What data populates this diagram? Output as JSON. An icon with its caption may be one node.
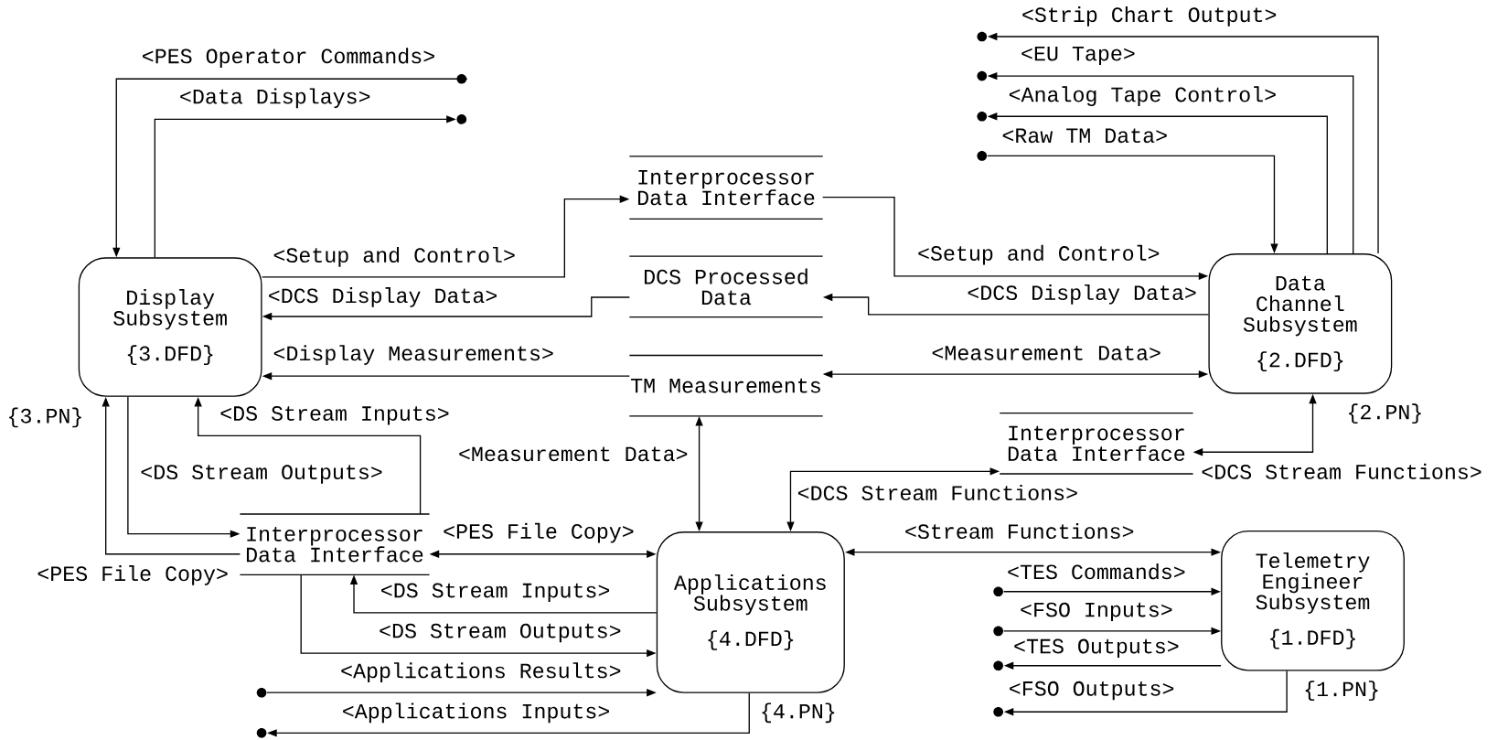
{
  "diagram": {
    "nodes": [
      {
        "text": [
          "Display Subsystem",
          "{3.DFD}"
        ],
        "beside": [
          "{3.PN}"
        ]
      },
      {
        "text": [
          "Interprocessor Data Interface"
        ]
      },
      {
        "text": [
          "DCS Processed Data"
        ]
      },
      {
        "text": [
          "TM Measurements"
        ]
      },
      {
        "text": [
          "Data Channel Subsystem",
          "{2.DFD}"
        ],
        "beside": [
          "{2.PN}"
        ]
      },
      {
        "text": [
          "Interprocessor Data Interface"
        ]
      },
      {
        "text": [
          "Interprocessor Data Interface"
        ]
      },
      {
        "text": [
          "Applications Subsystem",
          "{4.DFD}"
        ],
        "beside": [
          "{4.PN}"
        ]
      },
      {
        "text": [
          "Telemetry Engineer Subsystem",
          "{1.DFD}"
        ],
        "beside": [
          "{1.PN}"
        ]
      },
      {
        "text": [],
        "shape": "circle"
      },
      {
        "text": [],
        "shape": "circle"
      },
      {
        "text": [],
        "shape": "circle"
      },
      {
        "text": [],
        "shape": "circle"
      },
      {
        "text": [],
        "shape": "circle"
      },
      {
        "text": [],
        "shape": "circle"
      },
      {
        "text": [],
        "shape": "circle"
      },
      {
        "text": [],
        "shape": "circle"
      },
      {
        "text": [],
        "shape": "circle"
      },
      {
        "text": [],
        "shape": "circle"
      },
      {
        "text": [],
        "shape": "circle"
      },
      {
        "text": [],
        "shape": "circle"
      }
    ],
    "edges": [
      {
        "from": 11,
        "to": 0,
        "arrow": "to",
        "label": "<PES Operator Commands>"
      },
      {
        "from": 0,
        "to": 13,
        "arrow": "to",
        "label": "<Data Displays>"
      },
      {
        "from": 0,
        "to": 1,
        "arrow": "to",
        "label": "<Setup and Control>"
      },
      {
        "from": 2,
        "to": 0,
        "arrow": "to",
        "label": "<DCS Display Data>"
      },
      {
        "from": 3,
        "to": 0,
        "arrow": "to",
        "label": "<Display Measurements>"
      },
      {
        "from": 1,
        "to": 4,
        "arrow": "to",
        "label": "<Setup and Control>"
      },
      {
        "from": 4,
        "to": 2,
        "arrow": "to",
        "label": "<DCS Display Data>"
      },
      {
        "from": 3,
        "to": 4,
        "arrow": "both",
        "label": "<Measurement Data>"
      },
      {
        "from": 14,
        "to": 4,
        "arrow": "to",
        "label": "<Raw TM Data>"
      },
      {
        "from": 4,
        "to": 12,
        "arrow": "to",
        "label": "<Analog Tape Control>"
      },
      {
        "from": 4,
        "to": 10,
        "arrow": "to",
        "label": "<EU Tape>"
      },
      {
        "from": 4,
        "to": 9,
        "arrow": "to",
        "label": "<Strip Chart Output>"
      },
      {
        "from": 5,
        "to": 4,
        "arrow": "both",
        "label": "<DCS Stream Functions>"
      },
      {
        "from": 7,
        "to": 5,
        "arrow": "both",
        "label": "<DCS Stream Functions>"
      },
      {
        "from": 3,
        "to": 7,
        "arrow": "both",
        "label": "<Measurement Data>"
      },
      {
        "from": 0,
        "to": 6,
        "arrow": "to",
        "label": "<DS Stream Outputs>"
      },
      {
        "from": 6,
        "to": 0,
        "arrow": "to",
        "label": "<PES File Copy>"
      },
      {
        "from": 6,
        "to": 0,
        "arrow": "to",
        "label": "<DS Stream Inputs>"
      },
      {
        "from": 6,
        "to": 7,
        "arrow": "both",
        "label": "<PES File Copy>"
      },
      {
        "from": 7,
        "to": 6,
        "arrow": "to",
        "label": "<DS Stream Inputs>"
      },
      {
        "from": 6,
        "to": 7,
        "arrow": "to",
        "label": "<DS Stream Outputs>"
      },
      {
        "from": 18,
        "to": 7,
        "arrow": "to",
        "label": "<Applications Results>"
      },
      {
        "from": 7,
        "to": 20,
        "arrow": "to",
        "label": "<Applications Inputs>"
      },
      {
        "from": 7,
        "to": 8,
        "arrow": "both",
        "label": "<Stream Functions>"
      },
      {
        "from": 15,
        "to": 8,
        "arrow": "to",
        "label": "<TES Commands>"
      },
      {
        "from": 16,
        "to": 8,
        "arrow": "to",
        "label": "<FSO Inputs>"
      },
      {
        "from": 8,
        "to": 17,
        "arrow": "to",
        "label": "<TES Outputs>"
      },
      {
        "from": 8,
        "to": 19,
        "arrow": "to",
        "label": "<FSO Outputs>"
      }
    ]
  }
}
